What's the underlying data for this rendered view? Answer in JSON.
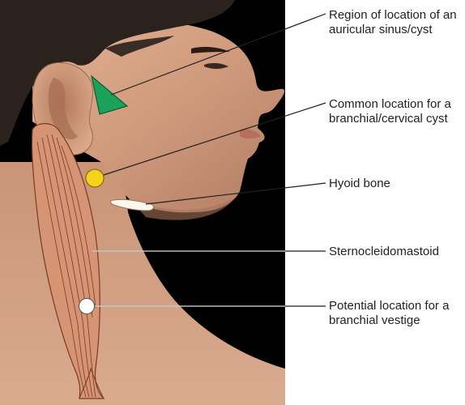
{
  "labels": {
    "auricular": "Region of location of an auricular sinus/cyst",
    "branchial_cyst": "Common location for a branchial/cervical cyst",
    "hyoid": "Hyoid bone",
    "sternocleidomastoid": "Sternocleidomastoid",
    "vestige": "Potential location for a branchial vestige"
  },
  "colors": {
    "auricular_marker": "#1aa15a",
    "cyst_marker": "#f6d21a",
    "muscle": "#d59474",
    "background_panel": "#000000",
    "leader_line": "#231f20"
  }
}
